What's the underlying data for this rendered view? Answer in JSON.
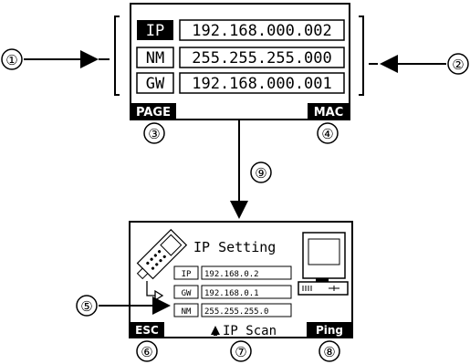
{
  "top_screen": {
    "rows": [
      {
        "label": "IP",
        "value": "192.168.000.002",
        "selected": true
      },
      {
        "label": "NM",
        "value": "255.255.255.000",
        "selected": false
      },
      {
        "label": "GW",
        "value": "192.168.000.001",
        "selected": false
      }
    ],
    "softkey_left": "PAGE",
    "softkey_right": "MAC"
  },
  "bottom_screen": {
    "title": "IP Setting",
    "rows": [
      {
        "label": "IP",
        "value": "192.168.0.2"
      },
      {
        "label": "GW",
        "value": "192.168.0.1"
      },
      {
        "label": "NM",
        "value": "255.255.255.0"
      }
    ],
    "softkey_left": "ESC",
    "softkey_center": "IP Scan",
    "softkey_right": "Ping"
  },
  "callouts": [
    "①",
    "②",
    "③",
    "④",
    "⑤",
    "⑥",
    "⑦",
    "⑧",
    "⑨"
  ]
}
